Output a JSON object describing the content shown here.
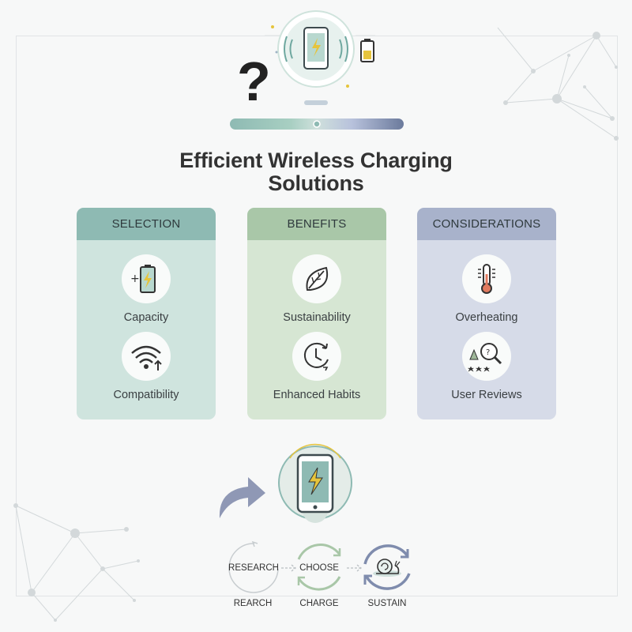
{
  "title": {
    "line1": "Efficient Wireless Charging",
    "line2": "Solutions"
  },
  "hero": {
    "question_mark": "?"
  },
  "cards": [
    {
      "header": "SELECTION",
      "header_color": "#8ebab3",
      "body_color": "#cfe4de",
      "items": [
        {
          "label": "Capacity",
          "icon": "battery-icon"
        },
        {
          "label": "Compatibility",
          "icon": "wifi-icon"
        }
      ]
    },
    {
      "header": "BENEFITS",
      "header_color": "#a9c7a8",
      "body_color": "#d6e6d3",
      "items": [
        {
          "label": "Sustainability",
          "icon": "leaf-icon"
        },
        {
          "label": "Enhanced Habits",
          "icon": "clock-icon"
        }
      ]
    },
    {
      "header": "CONSIDERATIONS",
      "header_color": "#a8b2cb",
      "body_color": "#d6dbe8",
      "items": [
        {
          "label": "Overheating",
          "icon": "thermometer-icon"
        },
        {
          "label": "User Reviews",
          "icon": "review-icon"
        }
      ]
    }
  ],
  "process": {
    "circle_labels": [
      "RESEARCH",
      "CHOOSE"
    ],
    "step_labels": [
      "REARCH",
      "CHARGE",
      "SUSTAIN"
    ]
  },
  "colors": {
    "teal": "#8ebab3",
    "sage": "#a9c7a8",
    "lavender": "#a8b2cb",
    "navy": "#6b7a9c",
    "bolt": "#e6c43c",
    "ink": "#333333"
  }
}
